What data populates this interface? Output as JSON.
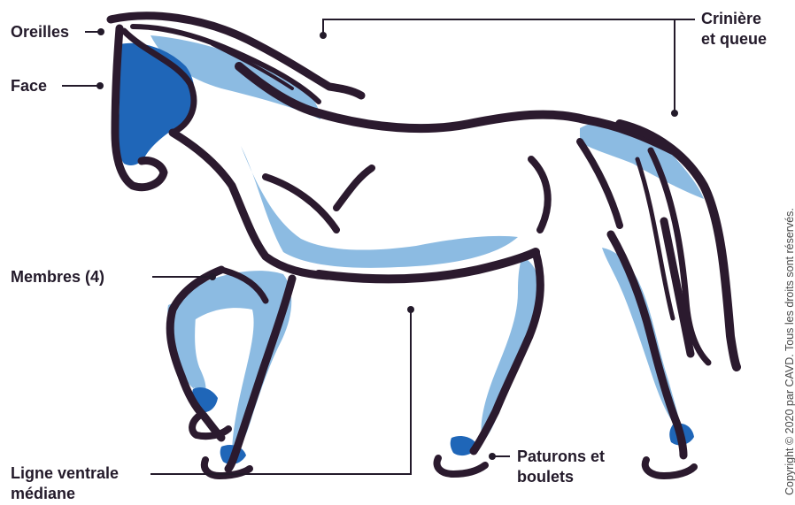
{
  "labels": {
    "ears": "Oreilles",
    "face": "Face",
    "mane_tail_line1": "Crinière",
    "mane_tail_line2": "et queue",
    "limbs": "Membres (4)",
    "ventral_line1": "Ligne ventrale",
    "ventral_line2": "médiane",
    "pastern_line1": "Paturons et",
    "pastern_line2": "boulets"
  },
  "copyright": "Copyright © 2020 par CAVD. Tous les droits sont réservés.",
  "colors": {
    "outline": "#2b1a2e",
    "highlight_dark": "#1f66b8",
    "highlight_light": "#8cbbe2",
    "text": "#231a2a"
  }
}
